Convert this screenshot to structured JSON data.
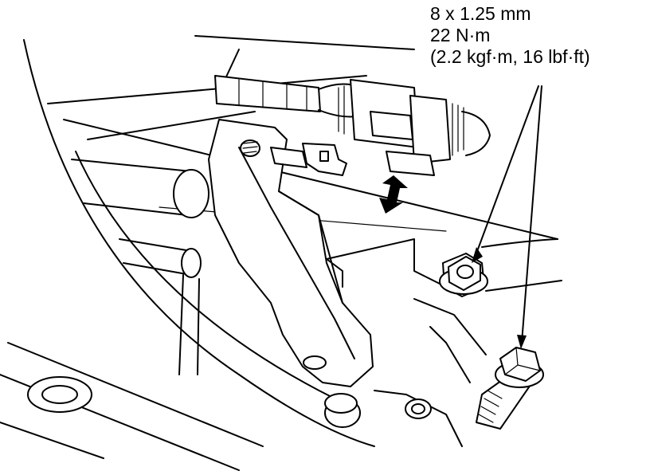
{
  "spec_label": {
    "thread": "8 x 1.25 mm",
    "torque_nm": "22 N·m",
    "torque_alt": "(2.2 kgf·m, 16 lbf·ft)"
  },
  "colors": {
    "line": "#000000",
    "background": "#ffffff"
  }
}
